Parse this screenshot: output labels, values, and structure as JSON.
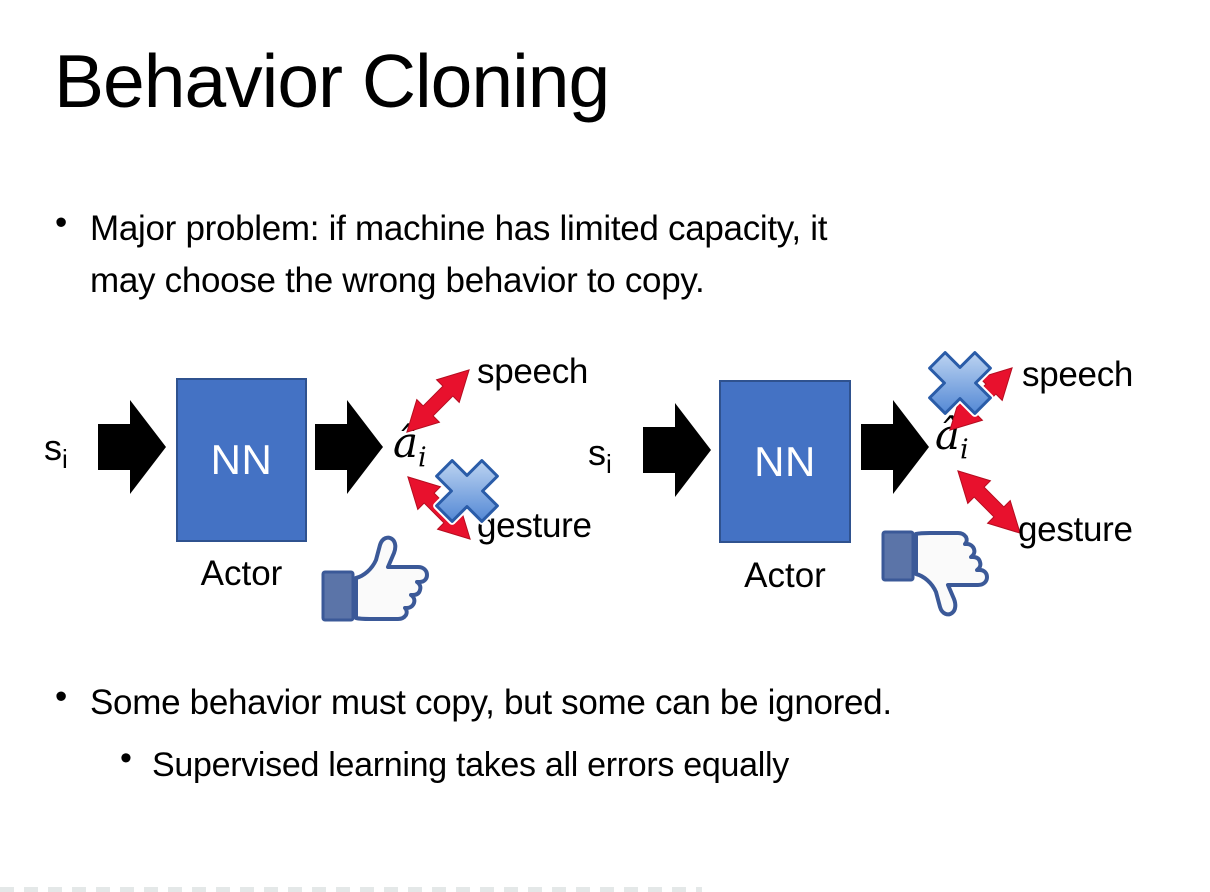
{
  "slide": {
    "title": "Behavior Cloning",
    "bullet_char": "•",
    "bullet1_line1": "Major problem: if machine has limited capacity, it",
    "bullet1_line2": "may choose the wrong behavior to copy.",
    "bullet2": "Some behavior must copy, but some can be ignored.",
    "bullet2_sub": "Supervised learning takes all errors equally"
  },
  "diagram_left": {
    "input_label": "s",
    "input_sub": "i",
    "nn_label": "NN",
    "output_label": "â",
    "output_sub": "i",
    "actor_label": "Actor",
    "speech_label": "speech",
    "gesture_label": "gesture",
    "crossed_out": "gesture",
    "feedback_icon": "thumbs-up"
  },
  "diagram_right": {
    "input_label": "s",
    "input_sub": "i",
    "nn_label": "NN",
    "output_label": "â",
    "output_sub": "i",
    "actor_label": "Actor",
    "speech_label": "speech",
    "gesture_label": "gesture",
    "crossed_out": "speech",
    "feedback_icon": "thumbs-down"
  },
  "colors": {
    "background": "#FFFFFF",
    "text": "#000000",
    "nn_box_fill": "#4472C4",
    "nn_box_border": "#2F528F",
    "arrow_black": "#000000",
    "arrow_red": "#E8112D",
    "cross_blue_light": "#D6E6F8",
    "cross_blue_dark": "#3A76CE",
    "cross_border": "#2A5CA8",
    "thumb_outline": "#3B5998",
    "thumb_cuff": "#5B74A8",
    "thumb_fill": "#FAFAFA"
  }
}
